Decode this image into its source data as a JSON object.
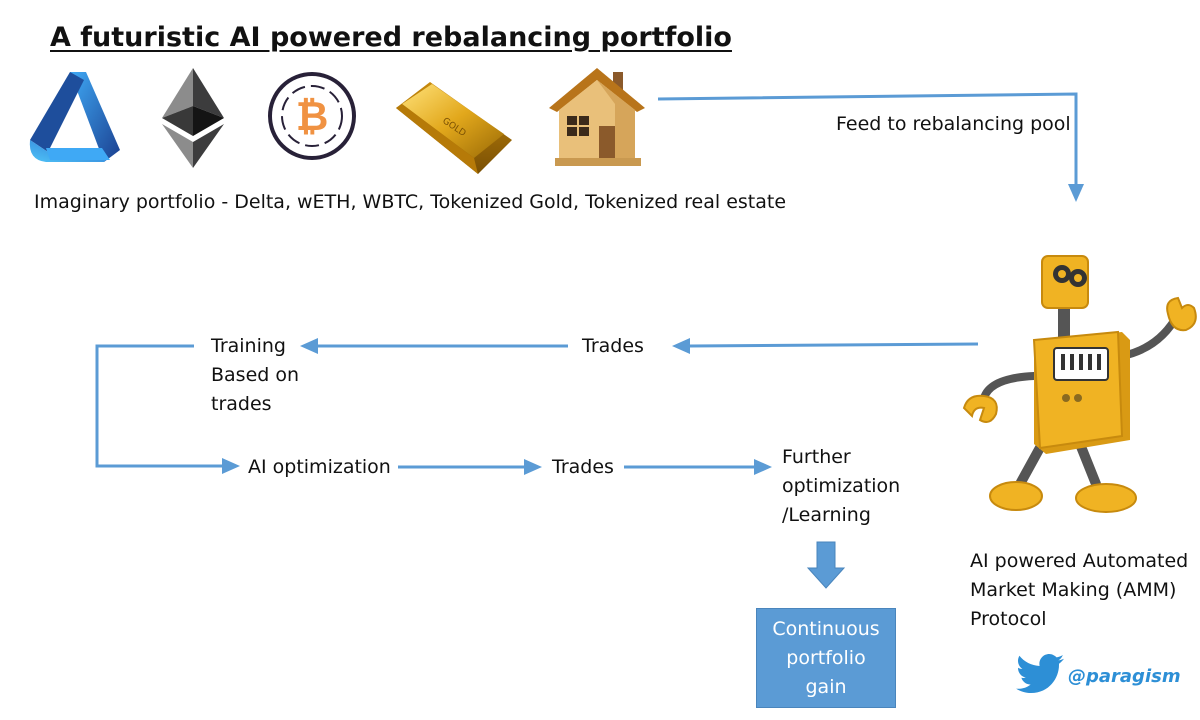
{
  "title": "A futuristic AI powered rebalancing portfolio",
  "icons": [
    "delta-logo-icon",
    "ethereum-icon",
    "wrapped-bitcoin-icon",
    "gold-bar-icon",
    "house-icon",
    "robot-icon",
    "twitter-bird-icon"
  ],
  "gold_bar_text": "GOLD",
  "portfolio_caption": "Imaginary portfolio - Delta, wETH, WBTC, Tokenized Gold, Tokenized real estate",
  "feed_label": "Feed to rebalancing pool",
  "trades_top": "Trades",
  "training": [
    "Training",
    "Based on",
    "trades"
  ],
  "ai_optimization": "AI optimization",
  "trades_mid": "Trades",
  "further": [
    "Further",
    "optimization",
    "/Learning"
  ],
  "gain": [
    "Continuous",
    "portfolio",
    "gain"
  ],
  "amm": [
    "AI powered Automated",
    "Market Making (AMM)",
    "Protocol"
  ],
  "handle": "@paragism",
  "colors": {
    "arrow": "#5B9BD5",
    "box": "#5B9BD5",
    "robot": "#F0B323",
    "twitter": "#2D8FD6"
  }
}
